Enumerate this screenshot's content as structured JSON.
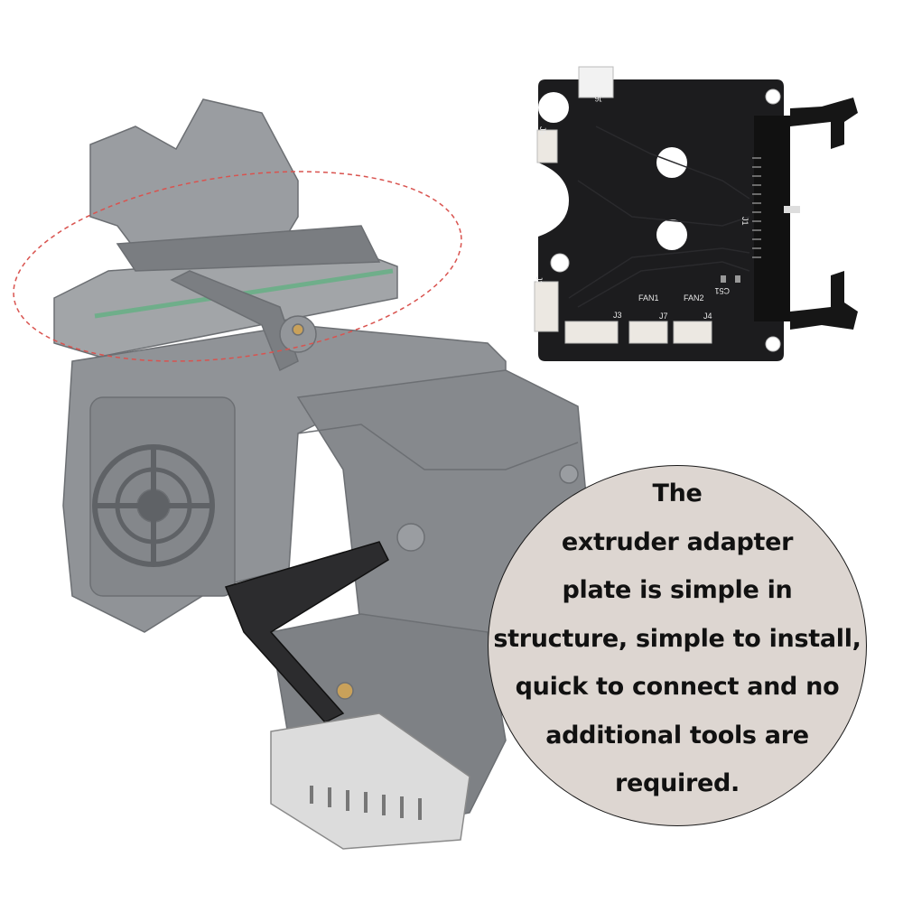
{
  "callout": {
    "lines": [
      "The",
      "extruder adapter",
      "plate is simple in",
      "structure, simple to install,",
      "quick to connect and no",
      "additional tools are",
      "required."
    ],
    "background_color": "#ddd6d1",
    "highlight_ellipse_color": "#d9534f"
  },
  "pcb": {
    "labels": {
      "j6": "J6",
      "j5": "J5",
      "j2": "J2",
      "j3": "J3",
      "j7": "J7",
      "j4": "J4",
      "j1": "J1",
      "fan1": "FAN1",
      "fan2": "FAN2",
      "c51": "C51"
    }
  }
}
